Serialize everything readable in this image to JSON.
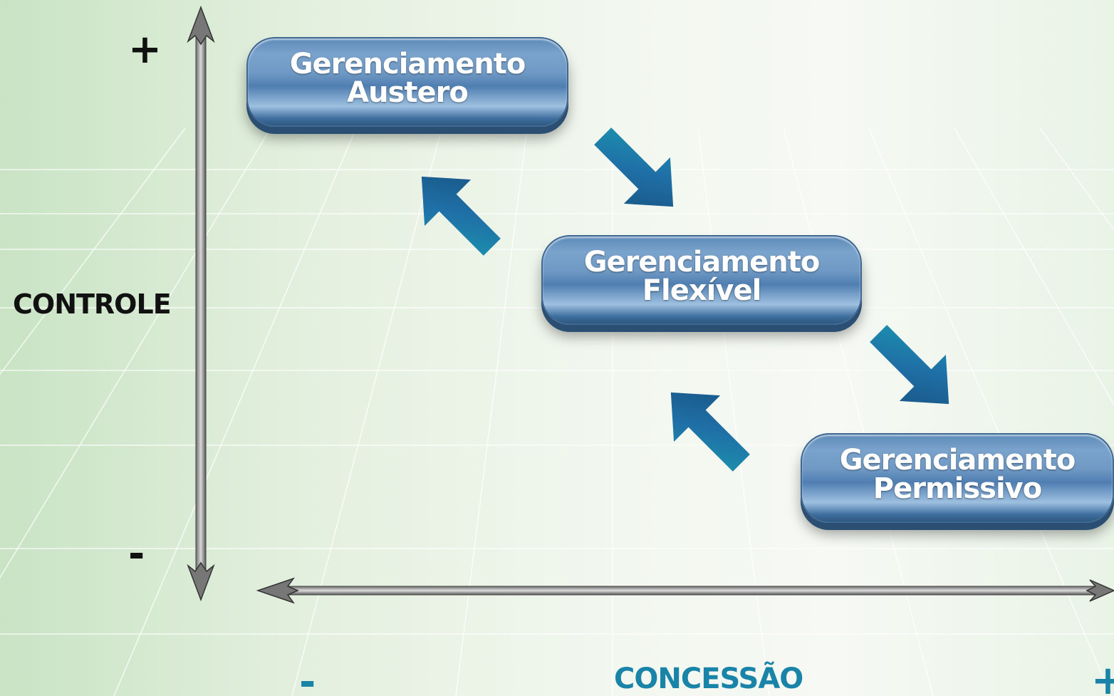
{
  "axes": {
    "y_title": "CONTROLE",
    "y_plus": "+",
    "y_minus": "-",
    "x_title": "CONCESSÃO",
    "x_minus": "-",
    "x_plus": "+"
  },
  "boxes": [
    {
      "line1": "Gerenciamento",
      "line2": "Austero"
    },
    {
      "line1": "Gerenciamento",
      "line2": "Flexível"
    },
    {
      "line1": "Gerenciamento",
      "line2": "Permissivo"
    }
  ],
  "colors": {
    "axis_label": "#111111",
    "x_axis_label": "#1a83a8",
    "box_fill": "#5d8ab8",
    "box_text": "#ffffff",
    "arrow": "#1f6fa6",
    "background": "#eef5ea"
  },
  "icons": {
    "arrow_down_right": "arrow-down-right-icon",
    "arrow_up_left": "arrow-up-left-icon"
  }
}
